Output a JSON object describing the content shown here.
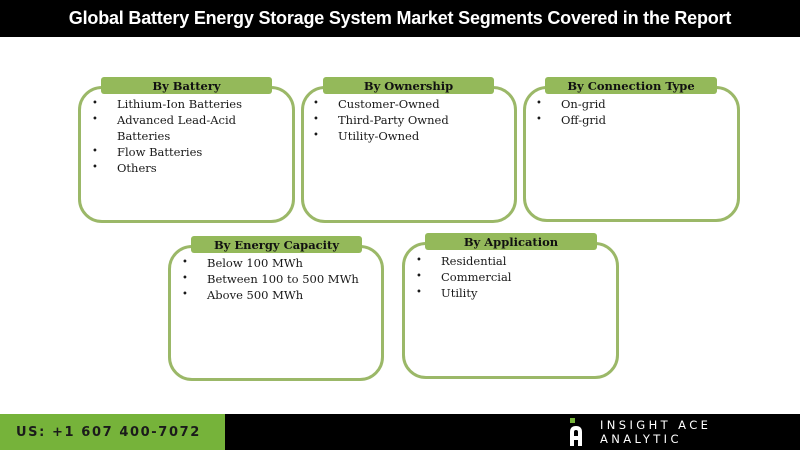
{
  "header": {
    "title": "Global Battery Energy Storage System Market Segments Covered in the Report"
  },
  "segments": [
    {
      "label": "By Battery",
      "items": [
        "Lithium-Ion Batteries",
        "Advanced Lead-Acid Batteries",
        "Flow Batteries",
        "Others"
      ]
    },
    {
      "label": "By Ownership",
      "items": [
        "Customer-Owned",
        "Third-Party Owned",
        "Utility-Owned"
      ]
    },
    {
      "label": "By Connection Type",
      "items": [
        "On-grid",
        "Off-grid"
      ]
    },
    {
      "label": "By Energy Capacity",
      "items": [
        "Below 100 MWh",
        "Between 100 to 500 MWh",
        "Above 500 MWh"
      ]
    },
    {
      "label": "By Application",
      "items": [
        "Residential",
        "Commercial",
        "Utility"
      ]
    }
  ],
  "footer": {
    "phone": "US: +1 607 400-7072",
    "brand": "INSIGHT ACE ANALYTIC",
    "logo_icon": "insightace-logo-icon"
  },
  "colors": {
    "title_bg": "#000000",
    "box_border": "#9bb868",
    "tab_fill": "#94b95a",
    "phone_bg": "#76b33a",
    "logo_accent": "#76b33a"
  }
}
